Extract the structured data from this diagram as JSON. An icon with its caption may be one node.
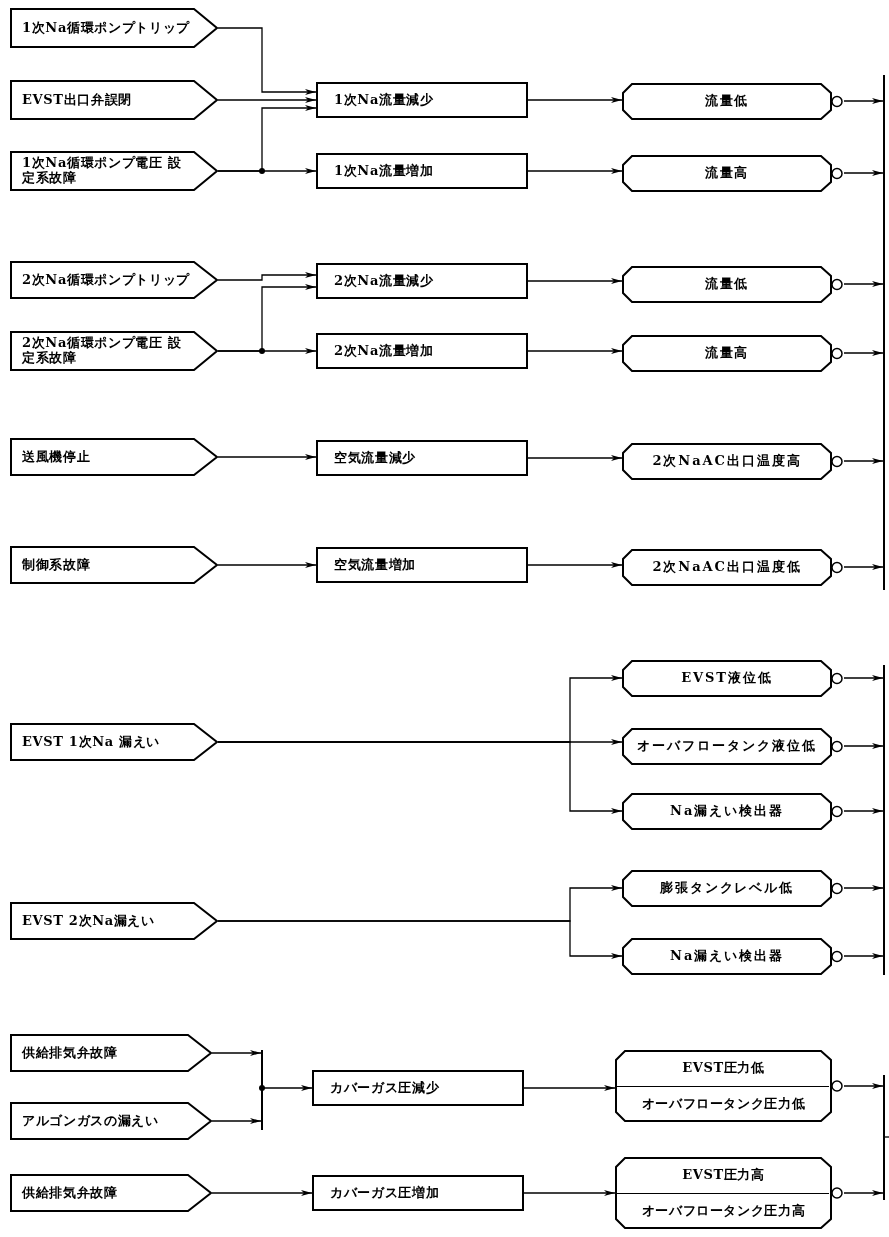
{
  "diagram": {
    "nodes": [
      {
        "text": [
          "1次Na循環ポンプトリップ"
        ]
      },
      {
        "text": [
          "EVST出口弁誤閉"
        ]
      },
      {
        "text": [
          "1次Na循環ポンプ電圧 設定系故障"
        ]
      },
      {
        "text": [
          "1次Na流量減少"
        ]
      },
      {
        "text": [
          "1次Na流量増加"
        ]
      },
      {
        "text": [
          "流量低"
        ]
      },
      {
        "text": [
          "流量高"
        ]
      },
      {
        "text": [
          "2次Na循環ポンプトリップ"
        ]
      },
      {
        "text": [
          "2次Na循環ポンプ電圧 設定系故障"
        ]
      },
      {
        "text": [
          "2次Na流量減少"
        ]
      },
      {
        "text": [
          "2次Na流量増加"
        ]
      },
      {
        "text": [
          "流量低"
        ]
      },
      {
        "text": [
          "流量高"
        ]
      },
      {
        "text": [
          "送風機停止"
        ]
      },
      {
        "text": [
          "空気流量減少"
        ]
      },
      {
        "text": [
          "2次NaAC出口温度高"
        ]
      },
      {
        "text": [
          "制御系故障"
        ]
      },
      {
        "text": [
          "空気流量増加"
        ]
      },
      {
        "text": [
          "2次NaAC出口温度低"
        ]
      },
      {
        "text": [],
        "shape": "bar"
      },
      {
        "text": [
          "EVST 1次Na 漏えい"
        ]
      },
      {
        "text": [
          "EVST液位低"
        ]
      },
      {
        "text": [
          "オーバフロータンク液位低"
        ]
      },
      {
        "text": [
          "Na漏えい検出器"
        ]
      },
      {
        "text": [
          "EVST 2次Na漏えい"
        ]
      },
      {
        "text": [
          "膨張タンクレベル低"
        ]
      },
      {
        "text": [
          "Na漏えい検出器"
        ]
      },
      {
        "text": [],
        "shape": "bar"
      },
      {
        "text": [
          "供給排気弁故障"
        ]
      },
      {
        "text": [
          "アルゴンガスの漏えい"
        ]
      },
      {
        "text": [],
        "shape": "bar"
      },
      {
        "text": [
          "カバーガス圧減少"
        ]
      },
      {
        "text": [
          "供給排気弁故障"
        ]
      },
      {
        "text": [
          "カバーガス圧増加"
        ]
      },
      {
        "text": [
          "EVST圧力低",
          "オーバフロータンク圧力低"
        ]
      },
      {
        "text": [
          "EVST圧力高",
          "オーバフロータンク圧力高"
        ]
      },
      {
        "text": [],
        "shape": "bar"
      }
    ],
    "edges": [
      {
        "from": 0,
        "to": 3,
        "arrow": "to"
      },
      {
        "from": 1,
        "to": 3,
        "arrow": "to"
      },
      {
        "from": 2,
        "to": 3,
        "arrow": "to"
      },
      {
        "from": 2,
        "to": 4,
        "arrow": "to"
      },
      {
        "from": 3,
        "to": 5,
        "arrow": "to"
      },
      {
        "from": 4,
        "to": 6,
        "arrow": "to"
      },
      {
        "from": 5,
        "to": 19,
        "arrow": "to"
      },
      {
        "from": 6,
        "to": 19,
        "arrow": "to"
      },
      {
        "from": 7,
        "to": 9,
        "arrow": "to"
      },
      {
        "from": 8,
        "to": 9,
        "arrow": "to"
      },
      {
        "from": 8,
        "to": 10,
        "arrow": "to"
      },
      {
        "from": 9,
        "to": 11,
        "arrow": "to"
      },
      {
        "from": 10,
        "to": 12,
        "arrow": "to"
      },
      {
        "from": 11,
        "to": 19,
        "arrow": "to"
      },
      {
        "from": 12,
        "to": 19,
        "arrow": "to"
      },
      {
        "from": 13,
        "to": 14,
        "arrow": "to"
      },
      {
        "from": 14,
        "to": 15,
        "arrow": "to"
      },
      {
        "from": 15,
        "to": 19,
        "arrow": "to"
      },
      {
        "from": 16,
        "to": 17,
        "arrow": "to"
      },
      {
        "from": 17,
        "to": 18,
        "arrow": "to"
      },
      {
        "from": 18,
        "to": 19,
        "arrow": "to"
      },
      {
        "from": 20,
        "to": 21,
        "arrow": "to"
      },
      {
        "from": 20,
        "to": 22,
        "arrow": "to"
      },
      {
        "from": 20,
        "to": 23,
        "arrow": "to"
      },
      {
        "from": 21,
        "to": 27,
        "arrow": "to"
      },
      {
        "from": 22,
        "to": 27,
        "arrow": "to"
      },
      {
        "from": 23,
        "to": 27,
        "arrow": "to"
      },
      {
        "from": 24,
        "to": 25,
        "arrow": "to"
      },
      {
        "from": 24,
        "to": 26,
        "arrow": "to"
      },
      {
        "from": 25,
        "to": 27,
        "arrow": "to"
      },
      {
        "from": 26,
        "to": 27,
        "arrow": "to"
      },
      {
        "from": 28,
        "to": 30,
        "arrow": "to"
      },
      {
        "from": 29,
        "to": 30,
        "arrow": "to"
      },
      {
        "from": 30,
        "to": 31,
        "arrow": "to"
      },
      {
        "from": 31,
        "to": 34,
        "arrow": "to"
      },
      {
        "from": 32,
        "to": 33,
        "arrow": "to"
      },
      {
        "from": 33,
        "to": 35,
        "arrow": "to"
      },
      {
        "from": 34,
        "to": 36,
        "arrow": "to"
      },
      {
        "from": 35,
        "to": 36,
        "arrow": "to"
      },
      {
        "from": 36,
        "to": null,
        "arrow": "none"
      }
    ]
  }
}
